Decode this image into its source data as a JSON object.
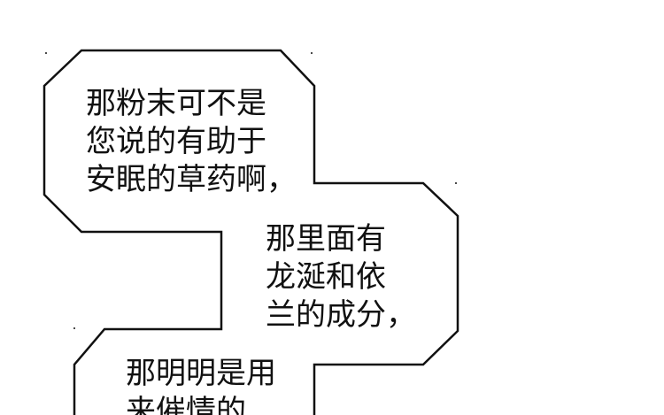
{
  "colors": {
    "background": "#ffffff",
    "outline": "#111111",
    "text": "#111111"
  },
  "bubbles": [
    {
      "lines": [
        "那粉末可不是",
        "您说的有助于",
        "安眠的草药啊，"
      ]
    },
    {
      "lines": [
        "那里面有",
        "龙涎和依",
        "兰的成分，"
      ]
    },
    {
      "lines": [
        "那明明是用",
        "来催情的"
      ]
    }
  ]
}
